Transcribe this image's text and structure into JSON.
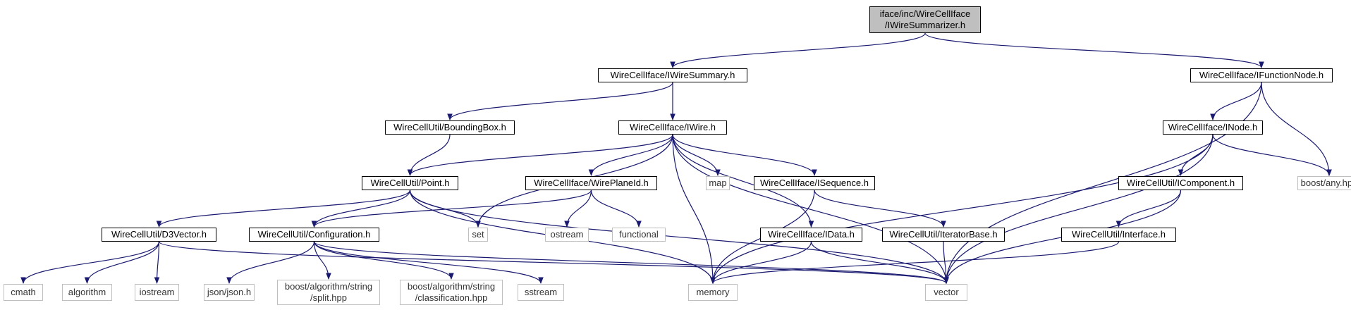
{
  "diagram": {
    "nodes": [
      {
        "id": "root",
        "label": "iface/inc/WireCellIface\n/IWireSummarizer.h",
        "kind": "root"
      },
      {
        "id": "iwiresummary",
        "label": "WireCellIface/IWireSummary.h",
        "kind": "main"
      },
      {
        "id": "ifunctionnode",
        "label": "WireCellIface/IFunctionNode.h",
        "kind": "main"
      },
      {
        "id": "boundingbox",
        "label": "WireCellUtil/BoundingBox.h",
        "kind": "main"
      },
      {
        "id": "iwire",
        "label": "WireCellIface/IWire.h",
        "kind": "main"
      },
      {
        "id": "inode",
        "label": "WireCellIface/INode.h",
        "kind": "main"
      },
      {
        "id": "point",
        "label": "WireCellUtil/Point.h",
        "kind": "main"
      },
      {
        "id": "wireplaneid",
        "label": "WireCellIface/WirePlaneId.h",
        "kind": "main"
      },
      {
        "id": "map",
        "label": "map",
        "kind": "ext"
      },
      {
        "id": "isequence",
        "label": "WireCellIface/ISequence.h",
        "kind": "main"
      },
      {
        "id": "icomponent",
        "label": "WireCellUtil/IComponent.h",
        "kind": "main"
      },
      {
        "id": "boostany",
        "label": "boost/any.hpp",
        "kind": "ext"
      },
      {
        "id": "d3vector",
        "label": "WireCellUtil/D3Vector.h",
        "kind": "main"
      },
      {
        "id": "configuration",
        "label": "WireCellUtil/Configuration.h",
        "kind": "main"
      },
      {
        "id": "set",
        "label": "set",
        "kind": "ext"
      },
      {
        "id": "ostream",
        "label": "ostream",
        "kind": "ext"
      },
      {
        "id": "functional",
        "label": "functional",
        "kind": "ext"
      },
      {
        "id": "idata",
        "label": "WireCellIface/IData.h",
        "kind": "main"
      },
      {
        "id": "iteratorbase",
        "label": "WireCellUtil/IteratorBase.h",
        "kind": "main"
      },
      {
        "id": "interface",
        "label": "WireCellUtil/Interface.h",
        "kind": "main"
      },
      {
        "id": "cmath",
        "label": "cmath",
        "kind": "ext"
      },
      {
        "id": "algorithm",
        "label": "algorithm",
        "kind": "ext"
      },
      {
        "id": "iostream",
        "label": "iostream",
        "kind": "ext"
      },
      {
        "id": "json",
        "label": "json/json.h",
        "kind": "ext"
      },
      {
        "id": "split",
        "label": "boost/algorithm/string\n/split.hpp",
        "kind": "ext"
      },
      {
        "id": "classification",
        "label": "boost/algorithm/string\n/classification.hpp",
        "kind": "ext"
      },
      {
        "id": "sstream",
        "label": "sstream",
        "kind": "ext"
      },
      {
        "id": "memory",
        "label": "memory",
        "kind": "ext"
      },
      {
        "id": "vector",
        "label": "vector",
        "kind": "ext"
      }
    ],
    "edges": [
      [
        "root",
        "iwiresummary"
      ],
      [
        "root",
        "ifunctionnode"
      ],
      [
        "iwiresummary",
        "boundingbox"
      ],
      [
        "iwiresummary",
        "iwire"
      ],
      [
        "ifunctionnode",
        "inode"
      ],
      [
        "ifunctionnode",
        "boostany"
      ],
      [
        "ifunctionnode",
        "vector"
      ],
      [
        "boundingbox",
        "point"
      ],
      [
        "iwire",
        "point"
      ],
      [
        "iwire",
        "wireplaneid"
      ],
      [
        "iwire",
        "map"
      ],
      [
        "iwire",
        "isequence"
      ],
      [
        "iwire",
        "set"
      ],
      [
        "iwire",
        "idata"
      ],
      [
        "iwire",
        "memory"
      ],
      [
        "iwire",
        "vector"
      ],
      [
        "inode",
        "icomponent"
      ],
      [
        "inode",
        "boostany"
      ],
      [
        "inode",
        "memory"
      ],
      [
        "inode",
        "vector"
      ],
      [
        "point",
        "d3vector"
      ],
      [
        "point",
        "configuration"
      ],
      [
        "point",
        "set"
      ],
      [
        "point",
        "memory"
      ],
      [
        "point",
        "vector"
      ],
      [
        "wireplaneid",
        "configuration"
      ],
      [
        "wireplaneid",
        "ostream"
      ],
      [
        "wireplaneid",
        "functional"
      ],
      [
        "isequence",
        "iteratorbase"
      ],
      [
        "isequence",
        "memory"
      ],
      [
        "icomponent",
        "interface"
      ],
      [
        "icomponent",
        "vector"
      ],
      [
        "d3vector",
        "cmath"
      ],
      [
        "d3vector",
        "algorithm"
      ],
      [
        "d3vector",
        "iostream"
      ],
      [
        "d3vector",
        "vector"
      ],
      [
        "configuration",
        "json"
      ],
      [
        "configuration",
        "split"
      ],
      [
        "configuration",
        "classification"
      ],
      [
        "configuration",
        "sstream"
      ],
      [
        "configuration",
        "vector"
      ],
      [
        "idata",
        "memory"
      ],
      [
        "idata",
        "vector"
      ],
      [
        "iteratorbase",
        "vector"
      ],
      [
        "interface",
        "memory"
      ]
    ]
  },
  "colors": {
    "edge": "#191970",
    "node_border": "#000000",
    "ext_border": "#bfbfbf",
    "root_fill": "#bfbfbf"
  }
}
